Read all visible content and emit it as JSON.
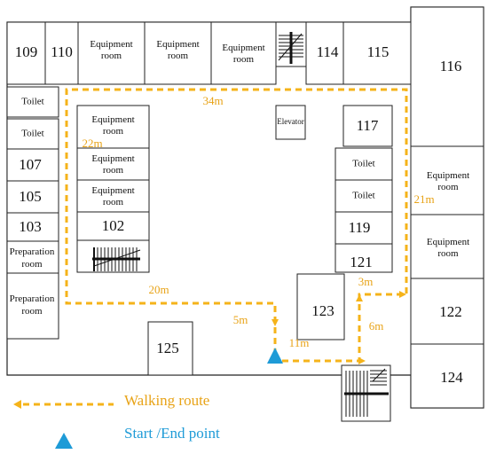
{
  "rooms": {
    "r109": "109",
    "r110": "110",
    "eq_top_1": "Equipment room",
    "eq_top_2": "Equipment room",
    "eq_top_3": "Equipment room",
    "r114": "114",
    "r115": "115",
    "r116": "116",
    "toilet_left_1": "Toilet",
    "toilet_left_2": "Toilet",
    "r107": "107",
    "r105": "105",
    "r103": "103",
    "prep_1": "Preparation room",
    "prep_2": "Preparation room",
    "eq_in_1": "Equipment room",
    "eq_in_2": "Equipment room",
    "eq_in_3": "Equipment room",
    "r102": "102",
    "elevator": "Elevator",
    "r117": "117",
    "toilet_right_1": "Toilet",
    "toilet_right_2": "Toilet",
    "r119": "119",
    "r121": "121",
    "eq_right_1": "Equipment room",
    "eq_right_2": "Equipment room",
    "r122": "122",
    "r123": "123",
    "r124": "124",
    "r125": "125"
  },
  "distances": {
    "top": "34m",
    "left": "22m",
    "right": "21m",
    "bottom": "20m",
    "down": "5m",
    "across": "11m",
    "up": "6m",
    "end": "3m"
  },
  "legend": {
    "route_label": "Walking route",
    "point_label": "Start /End point"
  },
  "colors": {
    "route": "#F5B31A",
    "distance_text": "#E8A317",
    "marker": "#1E9BD7",
    "legend_point_text": "#1E9BD7"
  }
}
